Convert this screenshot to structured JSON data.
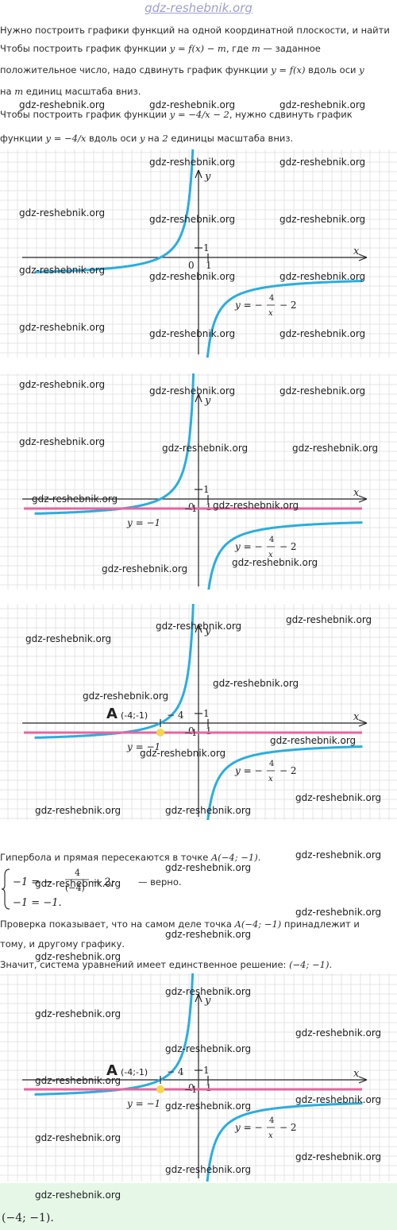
{
  "site_title": "gdz-reshebnik.org",
  "watermark": "gdz-reshebnik.org",
  "intro": {
    "line1": "Нужно построить графики функций на одной координатной плоскости, и найти",
    "line2_pre": "Чтобы построить график функции ",
    "line2_formula": "y = f(x) − m",
    "line2_mid": ", где ",
    "line2_m": "m",
    "line2_post": " — заданное",
    "line3_pre": "положительное число, надо сдвинуть график функции ",
    "line3_formula": "y = f(x)",
    "line3_post": " вдоль оси ",
    "line3_axis": "y",
    "line4_pre": "на ",
    "line4_m": "m",
    "line4_post": " единиц масштаба вниз.",
    "line5_pre": "Чтобы построить график функции ",
    "line5_formula": "y = −4/x − 2",
    "line5_post": ", нужно сдвинуть график",
    "line6_pre": "функции ",
    "line6_formula": "y = −4/x",
    "line6_mid": " вдоль оси ",
    "line6_axis": "y",
    "line6_mid2": " на ",
    "line6_num": "2",
    "line6_post": " единицы масштаба вниз."
  },
  "graph": {
    "axis_x": "x",
    "axis_y": "y",
    "origin": "0",
    "one": "1",
    "minus_one": "−1",
    "minus_four": "− 4",
    "hyperbola_label_y": "y = −",
    "hyperbola_num": "4",
    "hyperbola_den": "x",
    "hyperbola_tail": "− 2",
    "line_label": "y = −1",
    "point_label": "A",
    "point_coords": "(-4;-1)",
    "colors": {
      "grid": "#e4e4e4",
      "axis": "#222222",
      "hyperbola": "#29aee0",
      "line": "#e8659e",
      "point": "#f7d64a"
    }
  },
  "middle": {
    "intersect_pre": "Гипербола и прямая пересекаются в точке ",
    "intersect_point": "A(−4; −1).",
    "sys_row1_left": "−1 = −",
    "sys_row1_num": "4",
    "sys_row1_den": "(−4)",
    "sys_row1_tail": "− 2;",
    "sys_row2": "−1 = −1.",
    "sys_verdict": "— верно.",
    "check_pre": "Проверка показывает, что на самом деле точка ",
    "check_point": "A(−4; −1)",
    "check_post": " принадлежит и",
    "check_line2": "тому, и другому графику.",
    "conclusion_pre": "Значит, система уравнений имеет единственное решение: ",
    "conclusion_value": "(−4; −1)."
  },
  "answer": {
    "value": "(−4; −1)."
  }
}
